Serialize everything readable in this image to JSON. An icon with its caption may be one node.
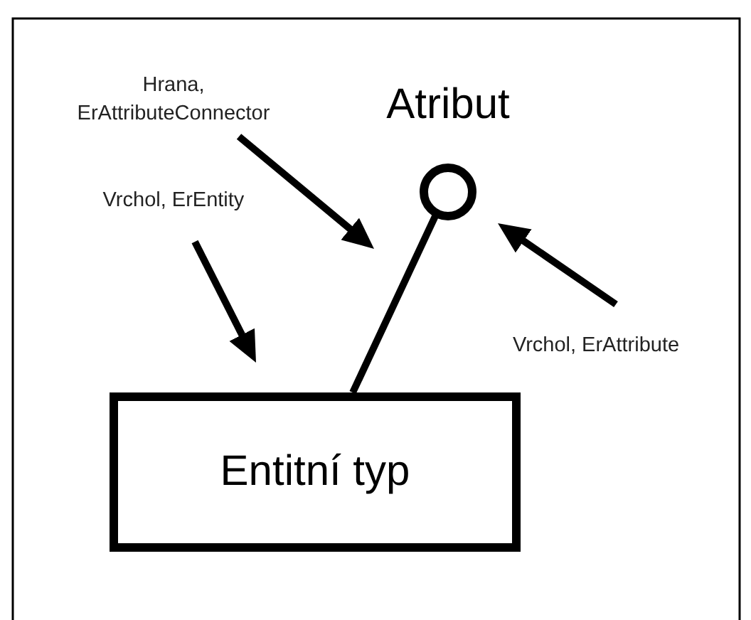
{
  "diagram": {
    "nodes": [
      {
        "text": [
          "Entitní typ"
        ]
      },
      {
        "text": [
          "Atribut"
        ]
      },
      {
        "text": [
          "Hrana, ErAttributeConnector"
        ]
      },
      {
        "text": [
          "Vrchol, ErEntity"
        ]
      },
      {
        "text": [
          "Vrchol, ErAttribute"
        ]
      }
    ],
    "edges": [
      {
        "from": 0,
        "to": 1,
        "arrow": "none"
      },
      {
        "from": 2,
        "to": null,
        "arrow": "to"
      },
      {
        "from": 3,
        "to": 0,
        "arrow": "to"
      },
      {
        "from": 4,
        "to": 1,
        "arrow": "to"
      }
    ]
  }
}
